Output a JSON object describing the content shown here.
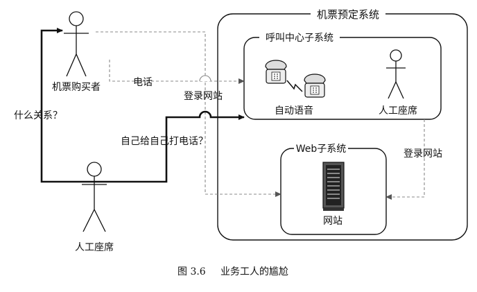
{
  "boxes": {
    "ticket_system": "机票预定系统",
    "call_center": "呼叫中心子系统",
    "web": "Web子系统"
  },
  "actors": {
    "buyer": "机票购买者",
    "agent_outside": "人工座席",
    "agent_inside": "人工座席"
  },
  "components": {
    "auto_voice": "自动语音",
    "website": "网站"
  },
  "edges": {
    "phone": "电话",
    "login_web_1": "登录网站",
    "login_web_2": "登录网站",
    "call_self": "自己给自己打电话？",
    "relation": "什么关系？"
  },
  "caption": {
    "number": "图 3.6",
    "text": "业务工人的尴尬"
  }
}
